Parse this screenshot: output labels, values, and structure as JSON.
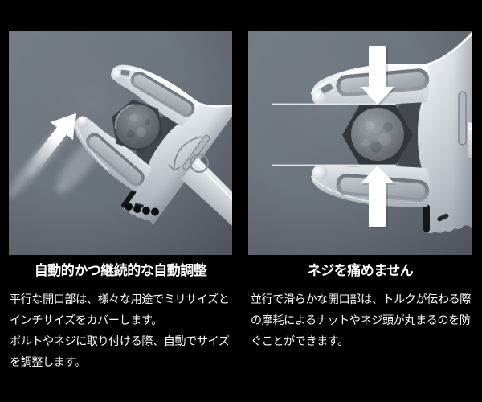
{
  "page": {
    "background_color": "#000000",
    "panel_background_color": "#6e7680",
    "text_color": "#ffffff",
    "metal_color": "#d9dde1"
  },
  "panels": [
    {
      "id": "auto-adjust",
      "heading": "自動的かつ継続的な自動調整",
      "body": "平行な開口部は、様々な用途でミリサイズと\nインチサイズをカバーします。\nボルトやネジに取り付ける際、自動でサイズ\nを調整します。",
      "icons": [
        "motion-arrow-icon",
        "rotation-arrow-icon",
        "circle-marking-icon"
      ]
    },
    {
      "id": "no-screw-damage",
      "heading": "ネジを痛めません",
      "body": "並行で滑らかな開口部は、トルクが伝わる際\nの摩耗によるナットやネジ頭が丸まるのを防\nぐことができます。",
      "icons": [
        "down-arrow-icon",
        "up-arrow-icon",
        "parallel-jaw-lines"
      ]
    }
  ]
}
